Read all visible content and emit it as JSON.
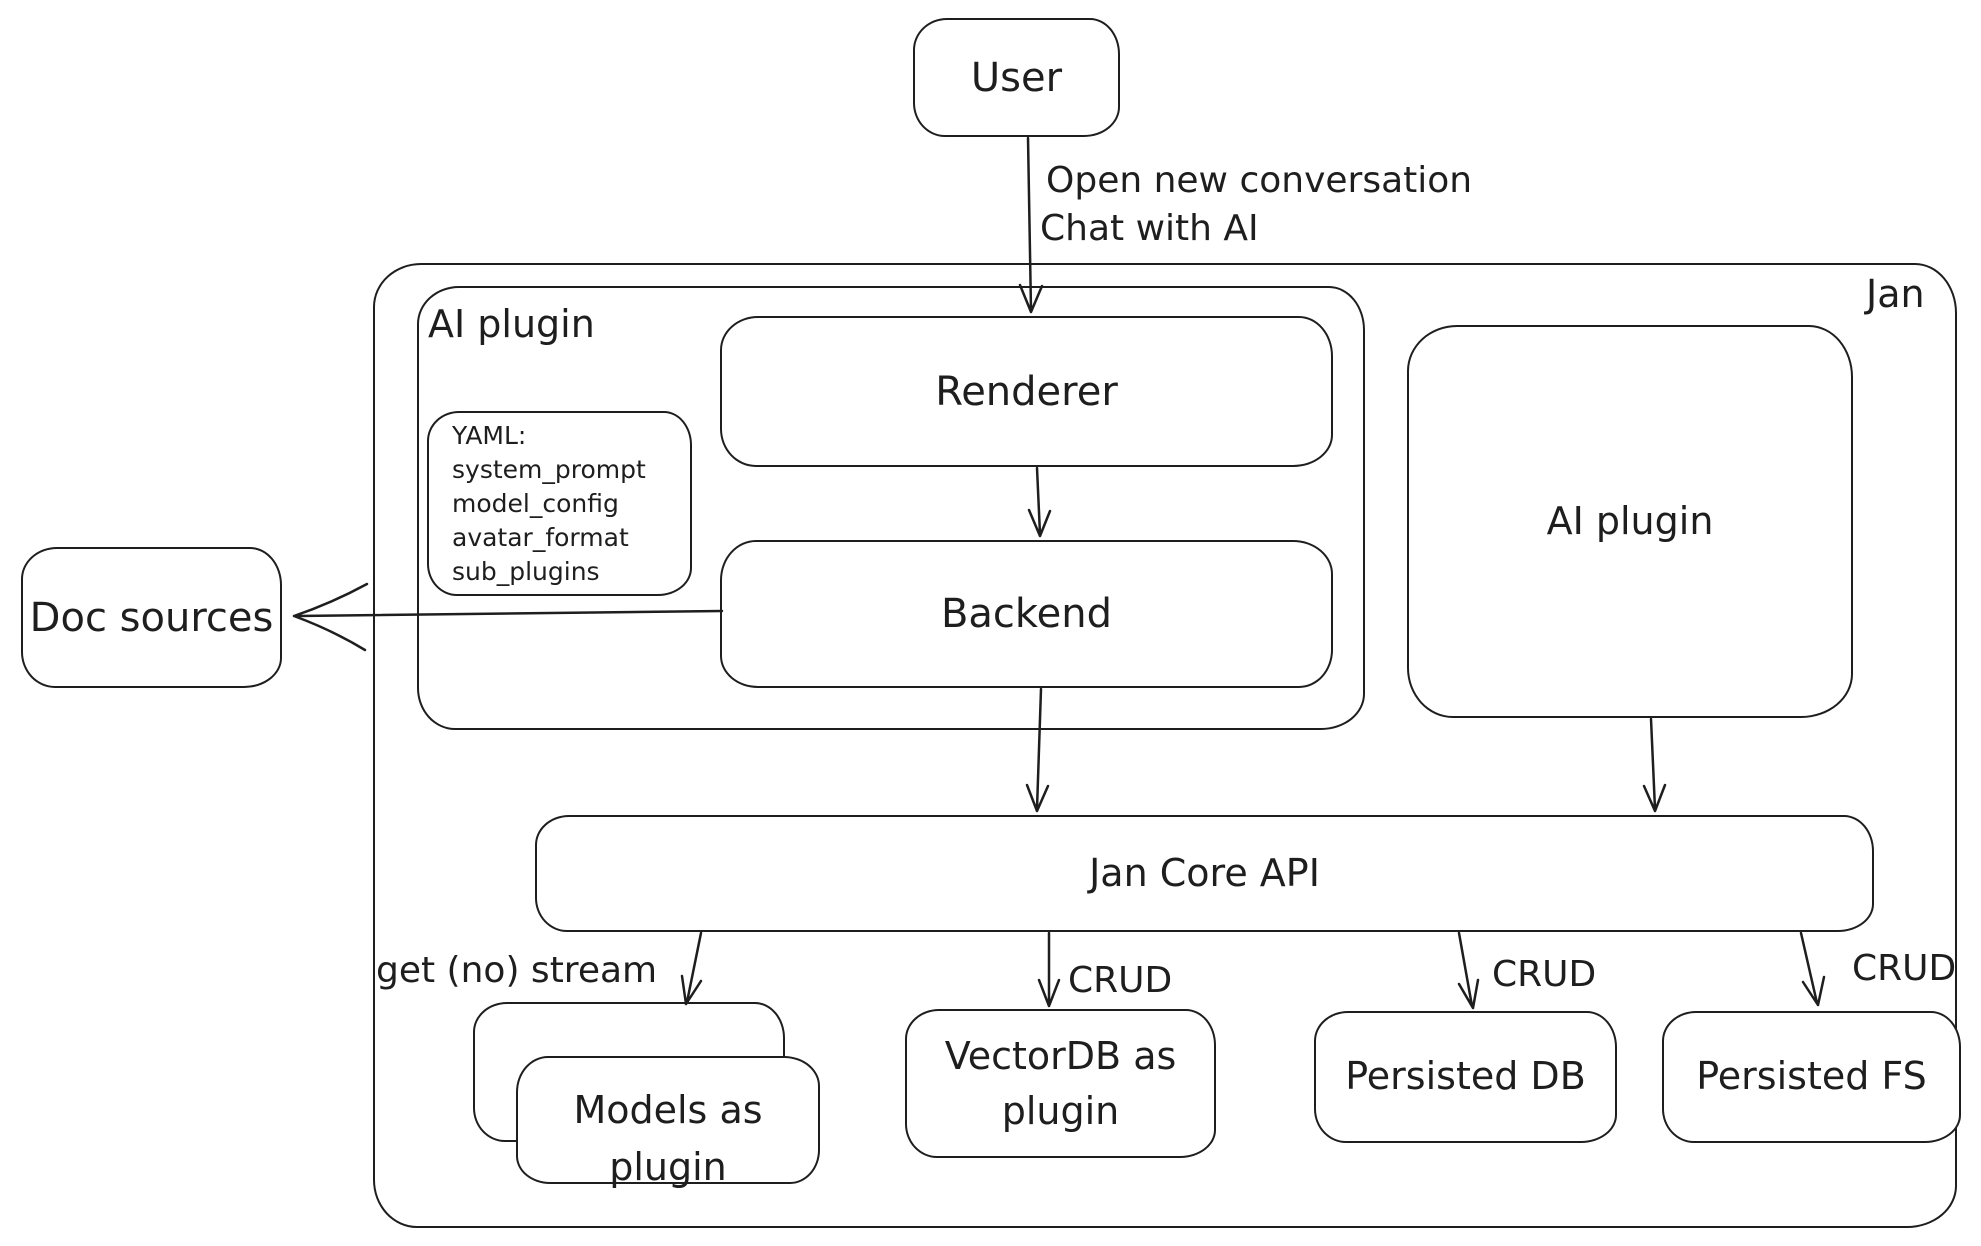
{
  "diagram": {
    "system_label": "Jan",
    "colors": {
      "stroke": "#1e1e1e",
      "background": "#ffffff"
    },
    "nodes": {
      "user": {
        "label": "User"
      },
      "ai_plugin_container": {
        "label": "AI plugin"
      },
      "yaml_note": {
        "lines": [
          "YAML:",
          "system_prompt",
          "model_config",
          "avatar_format",
          "sub_plugins"
        ]
      },
      "renderer": {
        "label": "Renderer"
      },
      "backend": {
        "label": "Backend"
      },
      "ai_plugin_right": {
        "label": "AI plugin"
      },
      "jan_core_api": {
        "label": "Jan Core API"
      },
      "doc_sources": {
        "label": "Doc sources"
      },
      "models_as_plugin": {
        "line1": "Models as",
        "line2": "plugin"
      },
      "vectordb_as_plugin": {
        "line1": "VectorDB as",
        "line2": "plugin"
      },
      "persisted_db": {
        "label": "Persisted DB"
      },
      "persisted_fs": {
        "label": "Persisted FS"
      }
    },
    "edge_labels": {
      "user_flow_line1": "Open new conversation",
      "user_flow_line2": "Chat with AI",
      "models_stream": "get (no) stream",
      "crud_vectordb": "CRUD",
      "crud_persisted_db": "CRUD",
      "crud_persisted_fs": "CRUD"
    }
  }
}
